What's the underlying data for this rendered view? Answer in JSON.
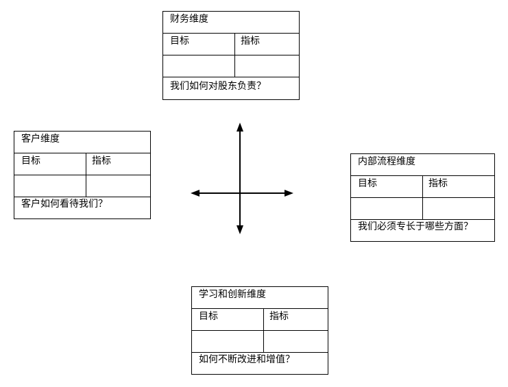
{
  "financial": {
    "title": "财务维度",
    "goal": "目标",
    "indicator": "指标",
    "question": "我们如何对股东负责？"
  },
  "customer": {
    "title": "客户维度",
    "goal": "目标",
    "indicator": "指标",
    "question": "客户如何看待我们？"
  },
  "internal": {
    "title": "内部流程维度",
    "goal": "目标",
    "indicator": "指标",
    "question": "我们必须专长于哪些方面？"
  },
  "learning": {
    "title": "学习和创新维度",
    "goal": "目标",
    "indicator": "指标",
    "question": "如何不断改进和增值？"
  }
}
